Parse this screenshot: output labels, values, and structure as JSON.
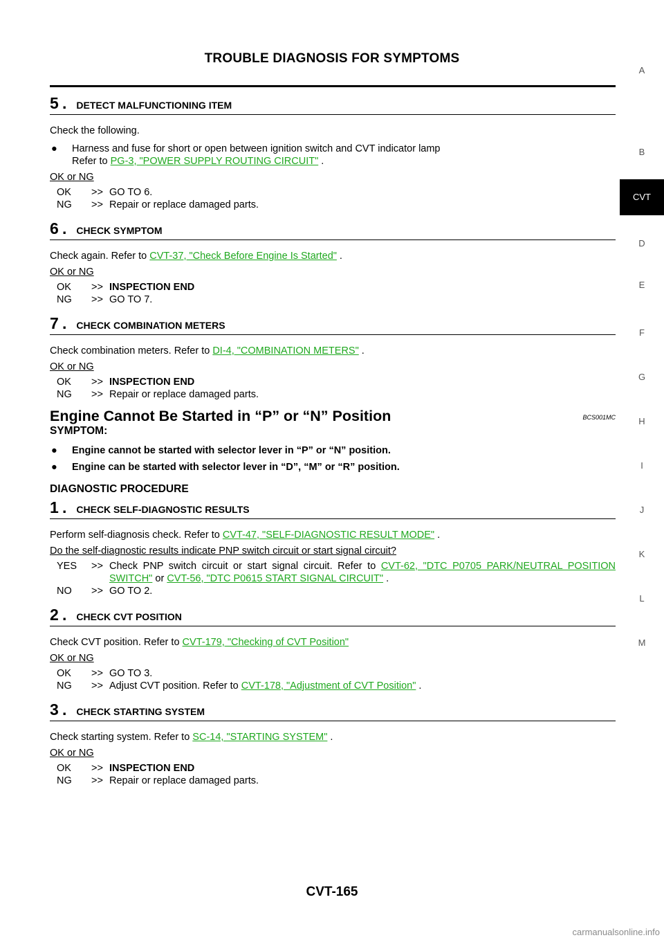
{
  "header": {
    "title": "TROUBLE DIAGNOSIS FOR SYMPTOMS"
  },
  "footer": {
    "page": "CVT-165"
  },
  "watermark": "carmanualsonline.info",
  "side_tabs": [
    "A",
    "B",
    "CVT",
    "D",
    "E",
    "F",
    "G",
    "H",
    "I",
    "J",
    "K",
    "L",
    "M"
  ],
  "active_tab": "CVT",
  "s5": {
    "num": "5",
    "title": "DETECT MALFUNCTIONING ITEM",
    "intro": "Check the following.",
    "bullet_text": "Harness and fuse for short or open between ignition switch and CVT indicator lamp",
    "refer": "Refer to",
    "link": "PG-3, \"POWER SUPPLY ROUTING CIRCUIT\"",
    "okng": "OK or NG",
    "ok": [
      "OK",
      ">>",
      "GO TO 6."
    ],
    "ng": [
      "NG",
      ">>",
      "Repair or replace damaged parts."
    ]
  },
  "s6": {
    "num": "6",
    "title": "CHECK SYMPTOM",
    "text": "Check again. Refer to",
    "link": "CVT-37, \"Check Before Engine Is Started\"",
    "okng": "OK or NG",
    "ok": [
      "OK",
      ">>",
      "INSPECTION END"
    ],
    "ng": [
      "NG",
      ">>",
      "GO TO 7."
    ]
  },
  "s7": {
    "num": "7",
    "title": "CHECK COMBINATION METERS",
    "text": "Check combination meters. Refer to",
    "link": "DI-4, \"COMBINATION METERS\"",
    "okng": "OK or NG",
    "ok": [
      "OK",
      ">>",
      "INSPECTION END"
    ],
    "ng": [
      "NG",
      ">>",
      "Repair or replace damaged parts."
    ]
  },
  "section": {
    "title": "Engine Cannot Be Started in “P” or “N” Position",
    "code": "BCS001MC",
    "symptom_label": "SYMPTOM:",
    "symptoms": [
      "Engine cannot be started with selector lever in “P” or “N” position.",
      "Engine can be started with selector lever in “D”, “M” or “R” position."
    ],
    "procedure_label": "DIAGNOSTIC PROCEDURE"
  },
  "d1": {
    "num": "1",
    "title": "CHECK SELF-DIAGNOSTIC RESULTS",
    "text": "Perform self-diagnosis check. Refer to",
    "link": "CVT-47, \"SELF-DIAGNOSTIC RESULT MODE\"",
    "question": "Do the self-diagnostic results indicate PNP switch circuit or start signal circuit?",
    "yes_code": "YES",
    "arrow": ">>",
    "yes_text": "Check PNP switch circuit or start signal circuit. Refer to",
    "yes_link1": "CVT-62, \"DTC P0705 PARK/NEUTRAL POSITION SWITCH\"",
    "or": "or",
    "yes_link2": "CVT-56, \"DTC P0615 START SIGNAL CIRCUIT\"",
    "no": [
      "NO",
      ">>",
      "GO TO 2."
    ]
  },
  "d2": {
    "num": "2",
    "title": "CHECK CVT POSITION",
    "text": "Check CVT position. Refer to",
    "link": "CVT-179, \"Checking of CVT Position\"",
    "okng": "OK or NG",
    "ok": [
      "OK",
      ">>",
      "GO TO 3."
    ],
    "ng_code": "NG",
    "arrow": ">>",
    "ng_text": "Adjust CVT position. Refer to",
    "ng_link": "CVT-178, \"Adjustment of CVT Position\""
  },
  "d3": {
    "num": "3",
    "title": "CHECK STARTING SYSTEM",
    "text": "Check starting system. Refer to",
    "link": "SC-14, \"STARTING SYSTEM\"",
    "okng": "OK or NG",
    "ok": [
      "OK",
      ">>",
      "INSPECTION END"
    ],
    "ng": [
      "NG",
      ">>",
      "Repair or replace damaged parts."
    ]
  }
}
